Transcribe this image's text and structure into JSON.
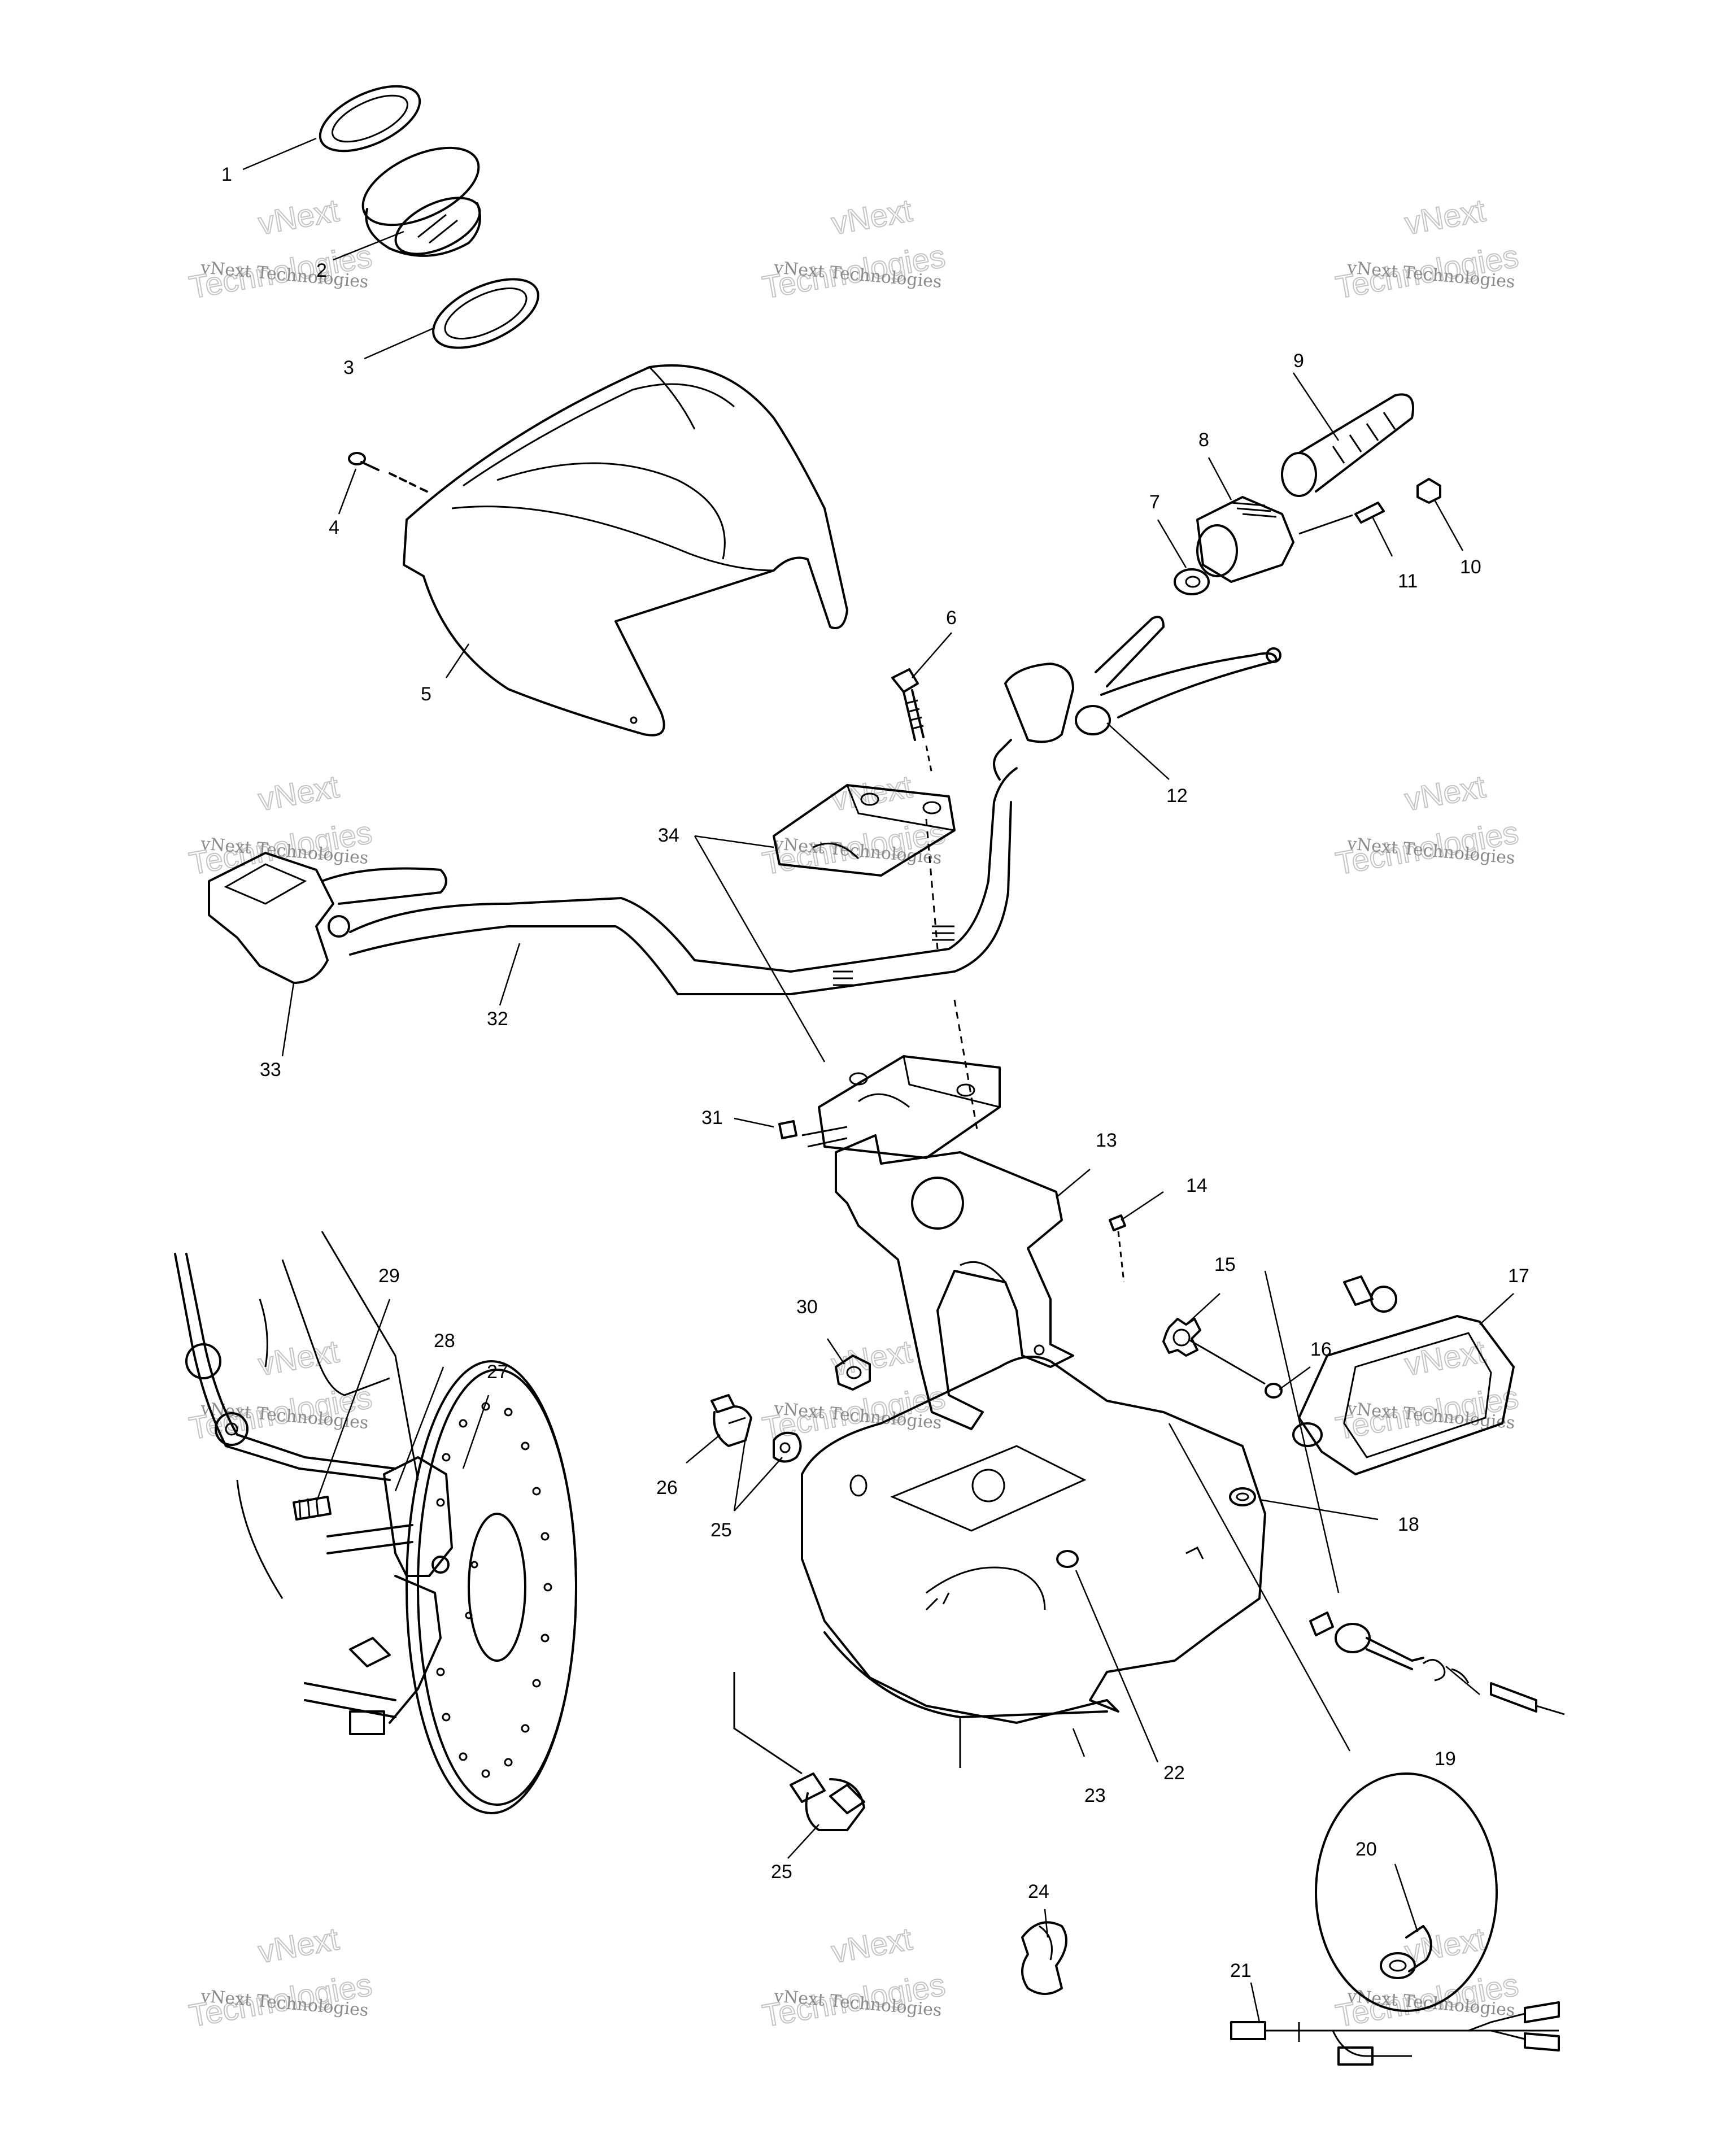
{
  "labels": [
    "1",
    "2",
    "3",
    "4",
    "5",
    "6",
    "7",
    "8",
    "9",
    "10",
    "11",
    "12",
    "13",
    "14",
    "15",
    "16",
    "17",
    "18",
    "19",
    "20",
    "21",
    "22",
    "23",
    "24",
    "25",
    "25",
    "26",
    "27",
    "28",
    "29",
    "30",
    "31",
    "32",
    "33",
    "34"
  ],
  "watermark": {
    "line1": "vNext Technologies",
    "line2": "vNext",
    "line3": "Technologies"
  }
}
